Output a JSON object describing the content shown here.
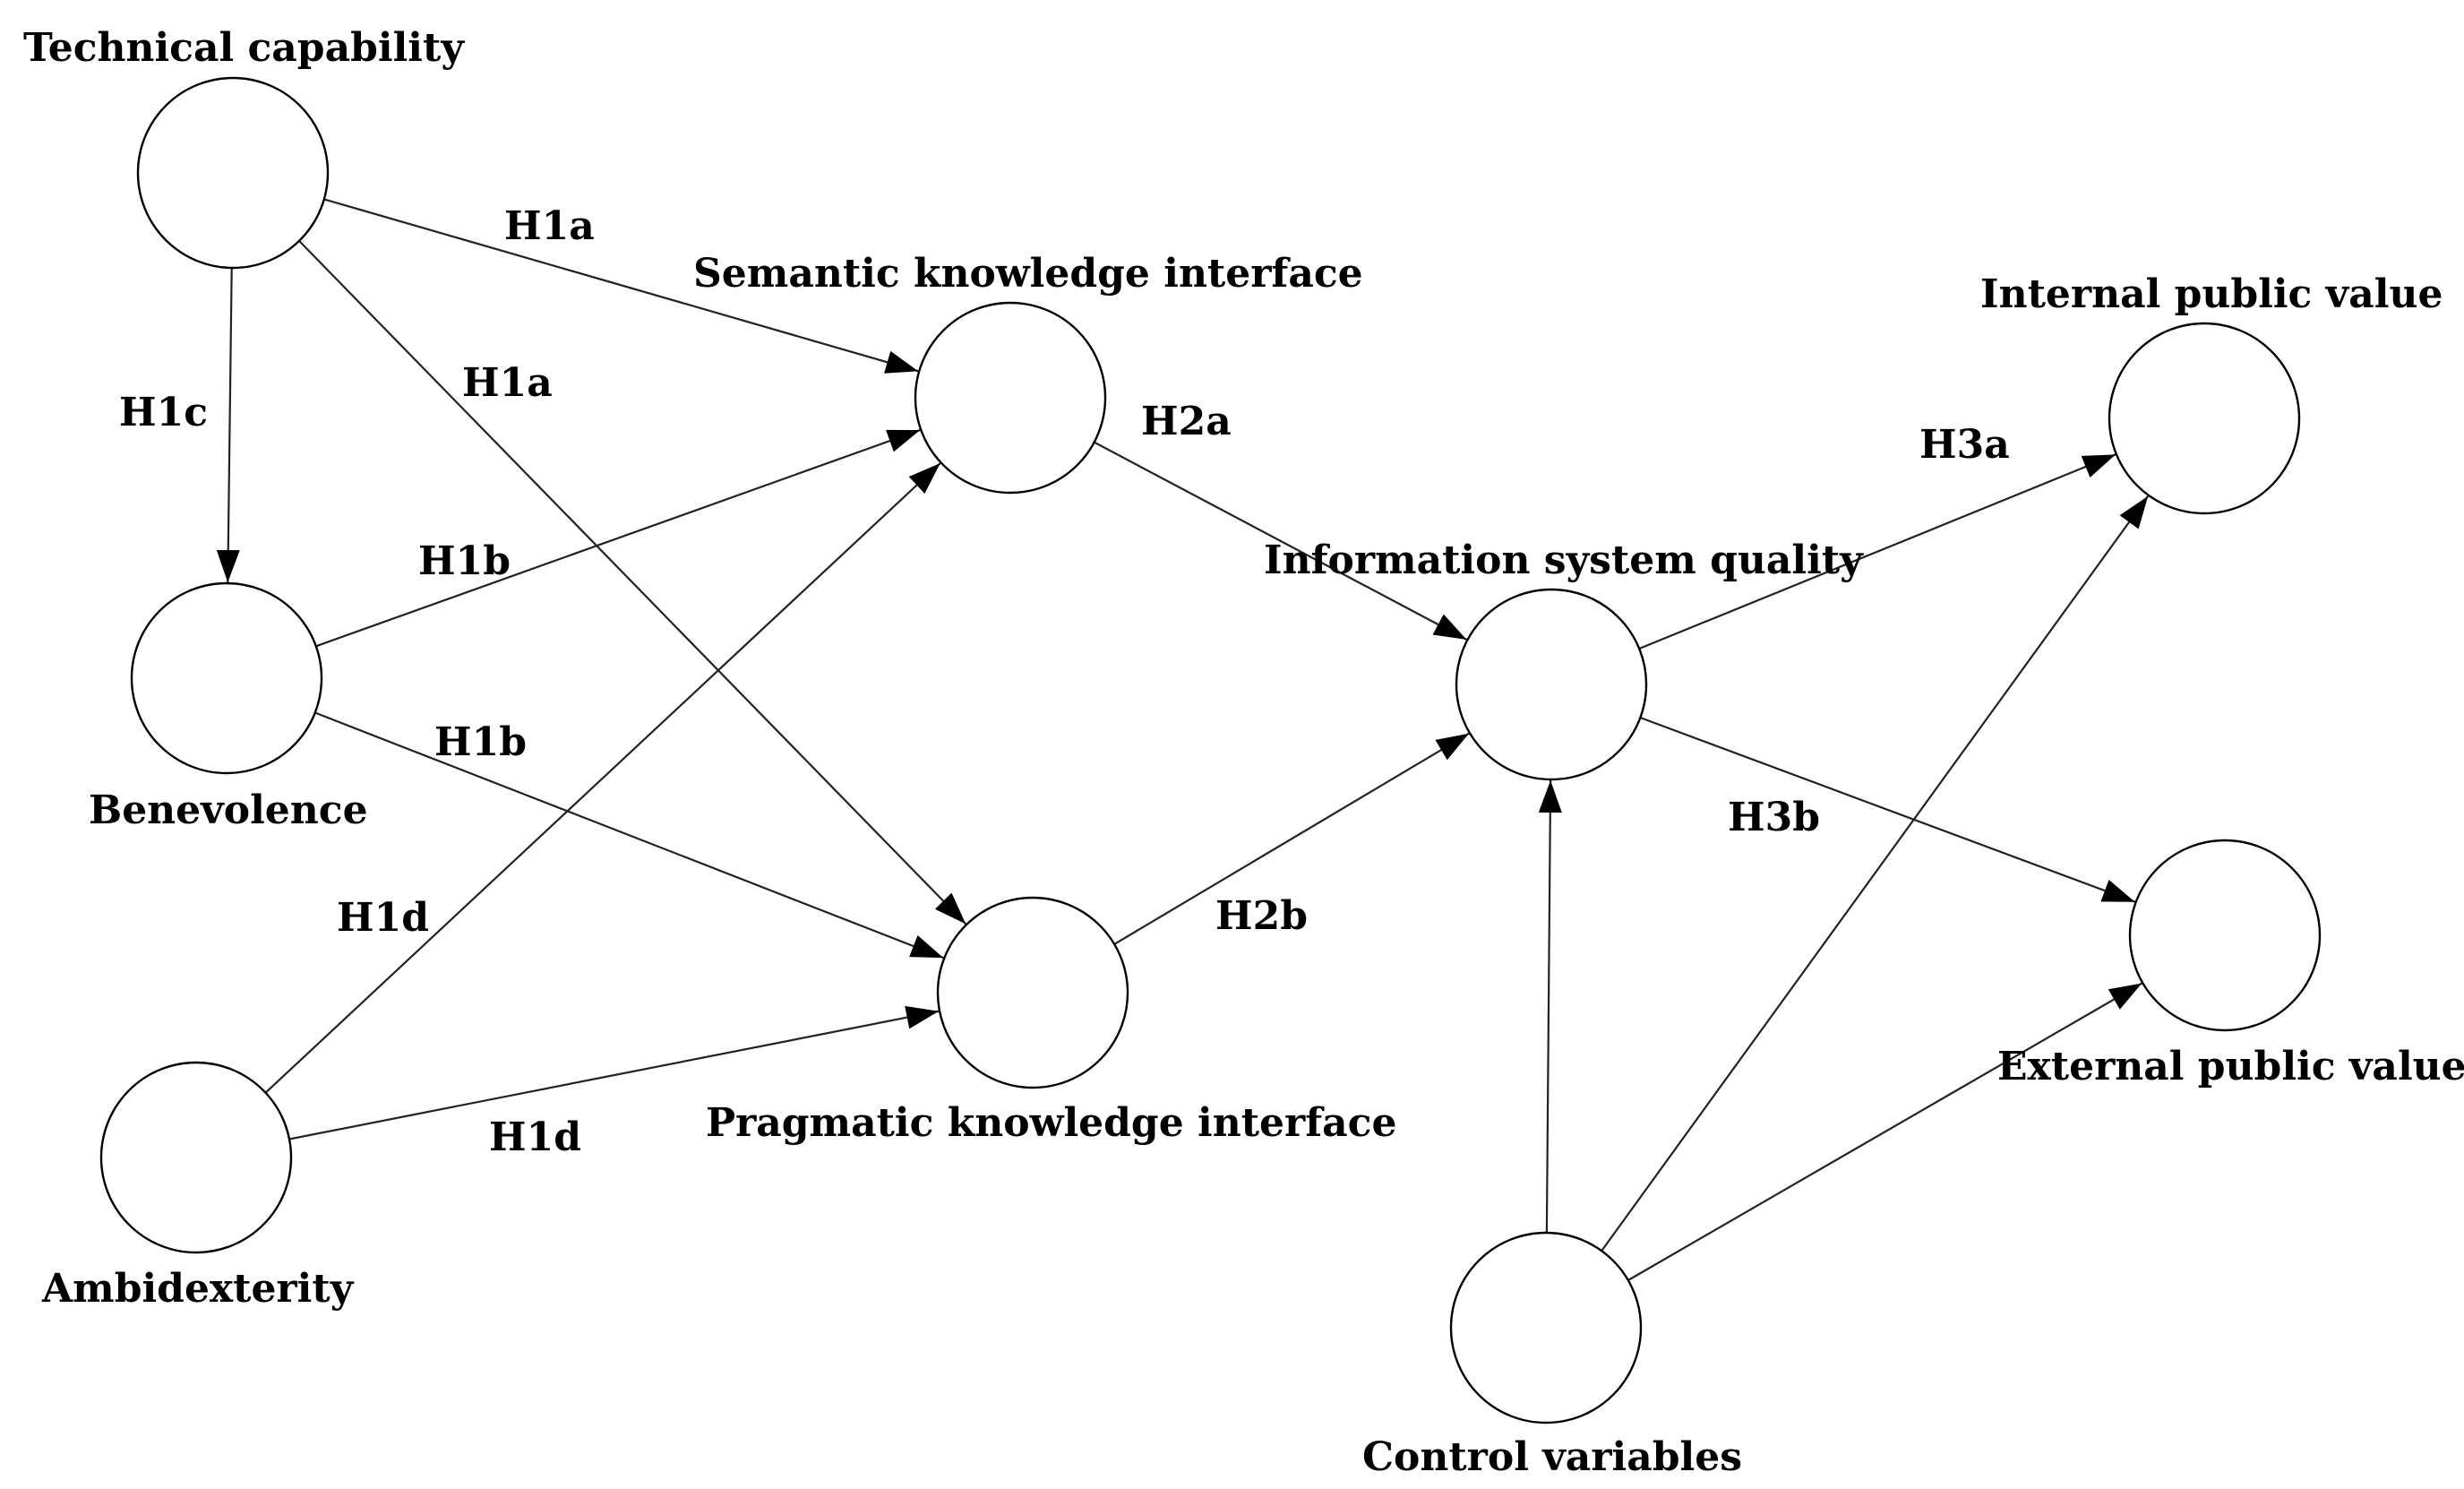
{
  "diagram": {
    "nodes": {
      "technical_capability": {
        "label": "Technical capability"
      },
      "benevolence": {
        "label": "Benevolence"
      },
      "ambidexterity": {
        "label": "Ambidexterity"
      },
      "semantic_knowledge_interface": {
        "label": "Semantic knowledge interface"
      },
      "pragmatic_knowledge_interface": {
        "label": "Pragmatic knowledge interface"
      },
      "information_system_quality": {
        "label": "Information system quality"
      },
      "internal_public_value": {
        "label": "Internal public value"
      },
      "external_public_value": {
        "label": "External public value"
      },
      "control_variables": {
        "label": "Control variables"
      }
    },
    "edges": [
      {
        "from": "technical_capability",
        "to": "semantic_knowledge_interface",
        "label": "H1a"
      },
      {
        "from": "technical_capability",
        "to": "pragmatic_knowledge_interface",
        "label": "H1a"
      },
      {
        "from": "technical_capability",
        "to": "benevolence",
        "label": "H1c"
      },
      {
        "from": "benevolence",
        "to": "semantic_knowledge_interface",
        "label": "H1b"
      },
      {
        "from": "benevolence",
        "to": "pragmatic_knowledge_interface",
        "label": "H1b"
      },
      {
        "from": "ambidexterity",
        "to": "semantic_knowledge_interface",
        "label": "H1d"
      },
      {
        "from": "ambidexterity",
        "to": "pragmatic_knowledge_interface",
        "label": "H1d"
      },
      {
        "from": "semantic_knowledge_interface",
        "to": "information_system_quality",
        "label": "H2a"
      },
      {
        "from": "pragmatic_knowledge_interface",
        "to": "information_system_quality",
        "label": "H2b"
      },
      {
        "from": "information_system_quality",
        "to": "internal_public_value",
        "label": "H3a"
      },
      {
        "from": "information_system_quality",
        "to": "external_public_value",
        "label": "H3b"
      },
      {
        "from": "control_variables",
        "to": "information_system_quality",
        "label": ""
      },
      {
        "from": "control_variables",
        "to": "internal_public_value",
        "label": ""
      },
      {
        "from": "control_variables",
        "to": "external_public_value",
        "label": ""
      }
    ]
  }
}
